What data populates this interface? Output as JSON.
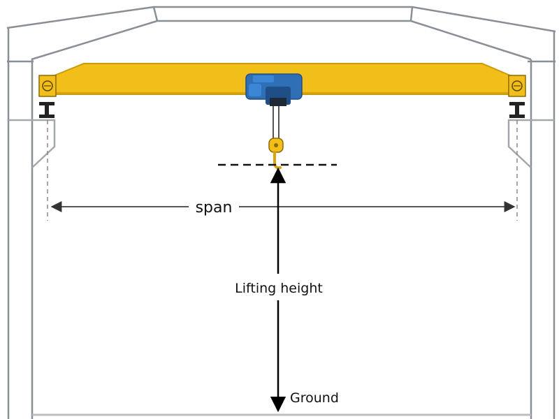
{
  "labels": {
    "span": "span",
    "lifting_height": "Lifting height",
    "ground": "Ground"
  },
  "colors": {
    "girder": "#f2bf1a",
    "girder_stroke": "#c99a0a",
    "hoist": "#2f6fb6",
    "hoist_dark": "#1f4f86",
    "building": "#8a8f96",
    "building_light": "#b9bdc2",
    "dimension": "#555555",
    "arrow": "#000000"
  },
  "icons": {
    "hoist": "electric-hoist-icon",
    "hook": "crane-hook-icon"
  }
}
